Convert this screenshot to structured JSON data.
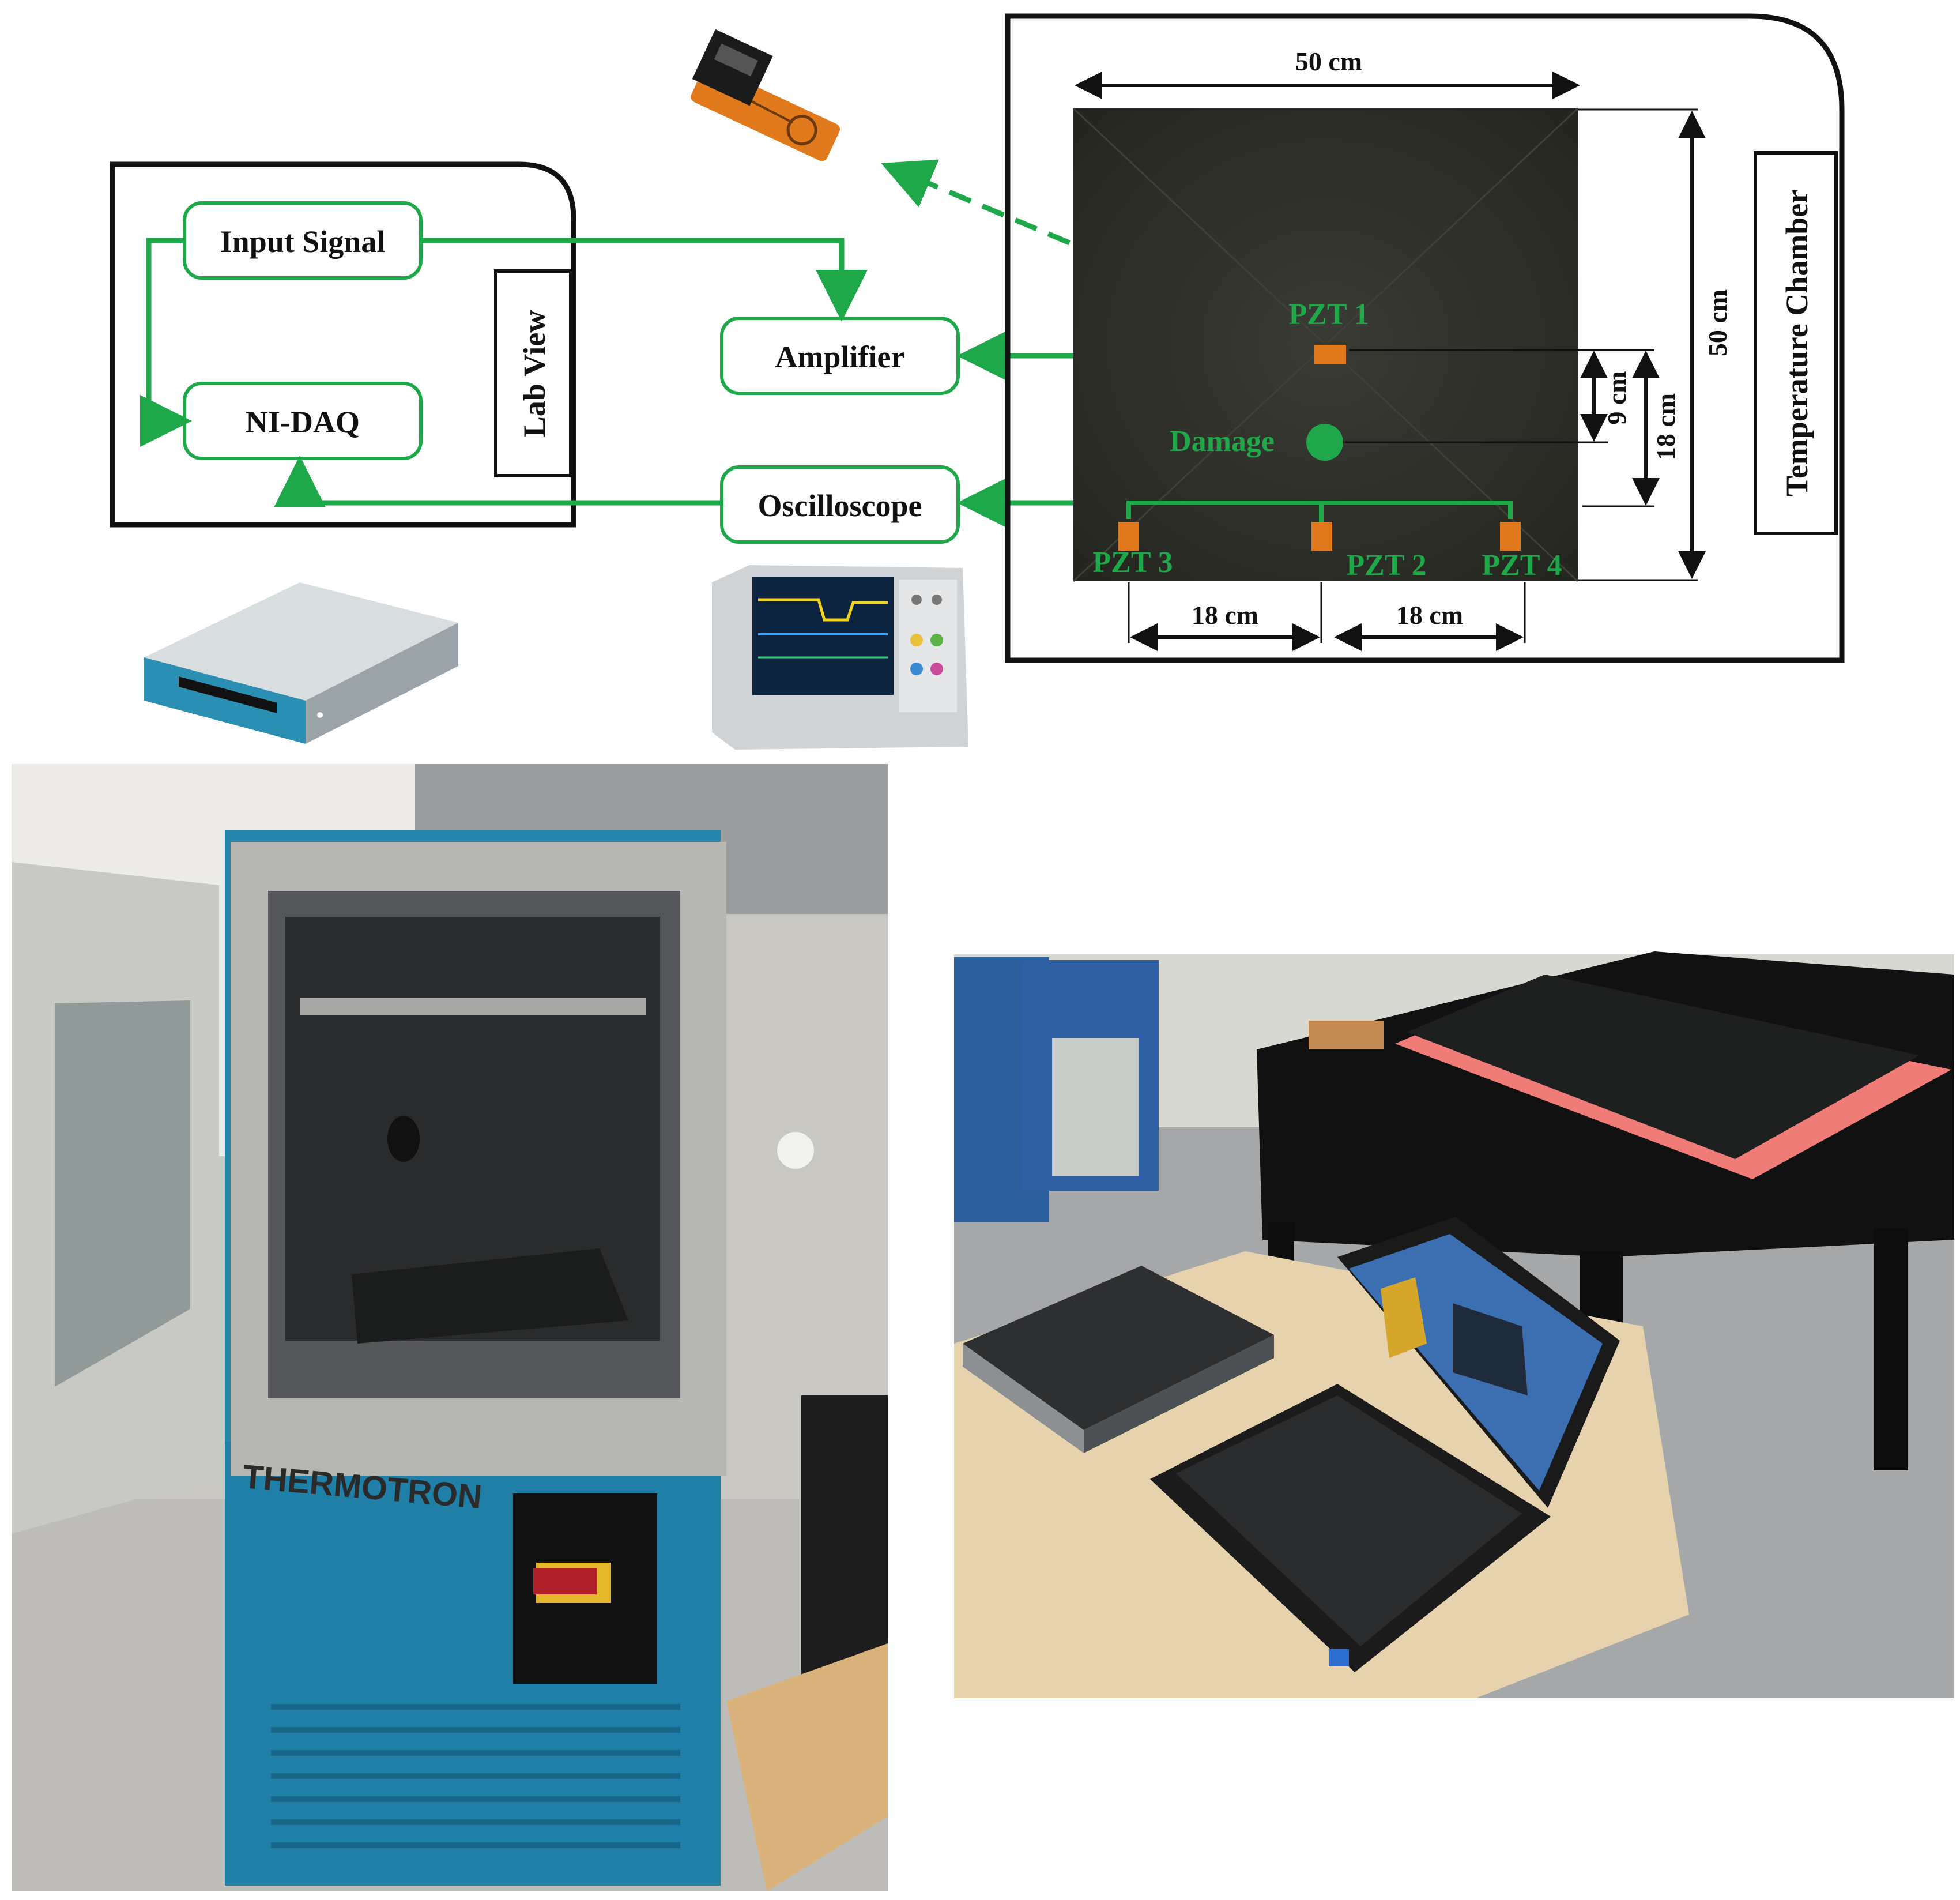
{
  "lab_view": {
    "label": "Lab View",
    "input_signal": "Input Signal",
    "daq": "NI-DAQ"
  },
  "instruments": {
    "amplifier": "Amplifier",
    "oscilloscope": "Oscilloscope"
  },
  "chamber": {
    "label": "Temperature Chamber",
    "plate_width": "50 cm",
    "plate_height": "50 cm",
    "damage_label": "Damage",
    "dim_pzt1_to_damage": "9 cm",
    "dim_pzt1_to_row": "18 cm",
    "dim_pzt3_to_pzt2": "18 cm",
    "dim_pzt2_to_pzt4": "18 cm",
    "sensors": [
      "PZT 1",
      "PZT 2",
      "PZT 3",
      "PZT 4"
    ]
  },
  "photo_text": {
    "chamber_brand": "THERMOTRON"
  },
  "colors": {
    "signal_line": "#1fa84a",
    "box_outline": "#111111",
    "plate": "#2b2d28",
    "chamber_body": "#1f7fa6"
  }
}
